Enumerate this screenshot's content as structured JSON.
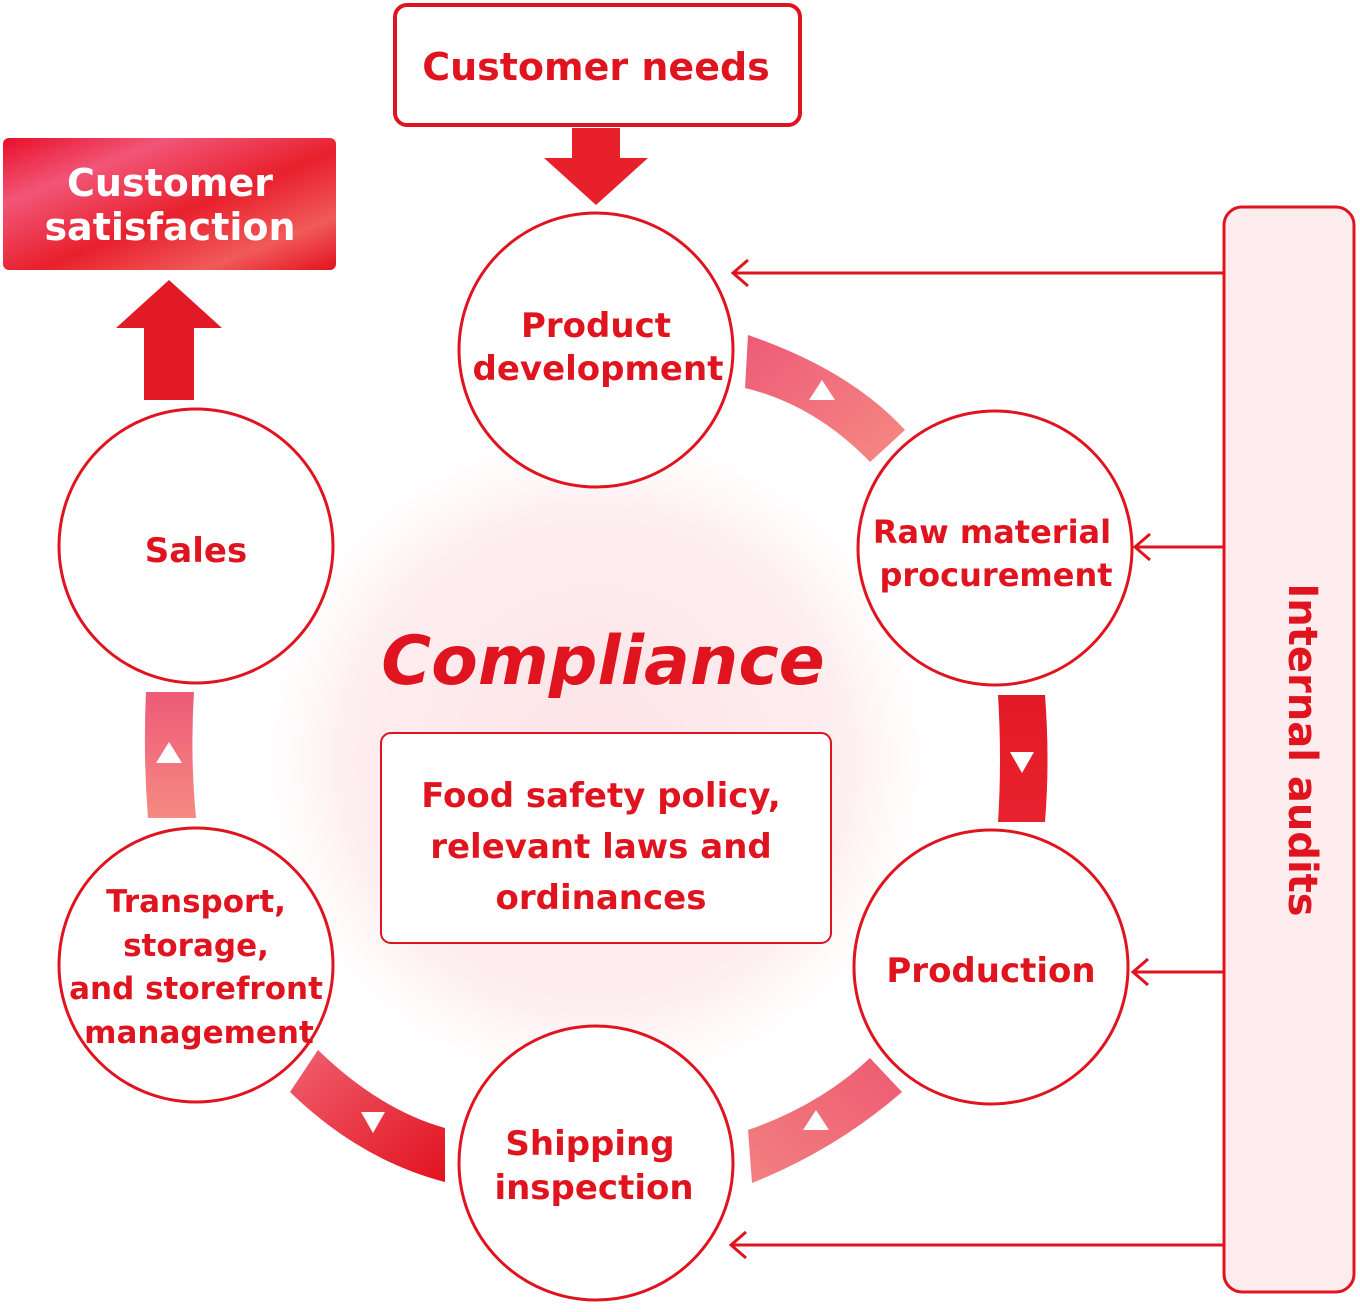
{
  "customer_needs": "Customer needs",
  "customer_satisfaction": [
    "Customer",
    "satisfaction"
  ],
  "compliance": {
    "title": "Compliance",
    "policy": [
      "Food safety policy,",
      "relevant laws and",
      "ordinances"
    ]
  },
  "internal_audits": "Internal audits",
  "stages": {
    "product_development": [
      "Product",
      "development"
    ],
    "raw_material": [
      "Raw material",
      "procurement"
    ],
    "production": [
      "Production"
    ],
    "shipping": [
      "Shipping",
      "inspection"
    ],
    "transport": [
      "Transport,",
      "storage,",
      "and storefront",
      "management"
    ],
    "sales": [
      "Sales"
    ]
  },
  "colors": {
    "primary_red": "#e0141e",
    "light_pink": "#fde8ea",
    "gradient_pink": "#f07080"
  }
}
